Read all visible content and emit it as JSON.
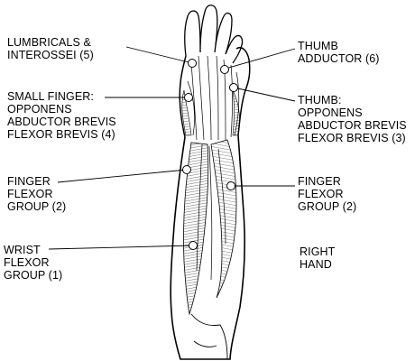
{
  "labels": {
    "lumbricals": [
      "LUMBRICALS &",
      "INTEROSSEI (5)"
    ],
    "small_finger": [
      "SMALL FINGER:",
      "OPPONENS",
      "ABDUCTOR BREVIS",
      "FLEXOR BREVIS (4)"
    ],
    "finger_flexor_left": [
      "FINGER",
      "FLEXOR",
      "GROUP (2)"
    ],
    "wrist_flexor": [
      "WRIST",
      "FLEXOR",
      "GROUP (1)"
    ],
    "thumb_adductor": [
      "THUMB",
      "ADDUCTOR (6)"
    ],
    "thumb_muscles": [
      "THUMB:",
      "OPPONENS",
      "ABDUCTOR BREVIS",
      "FLEXOR BREVIS (3)"
    ],
    "finger_flexor_right": [
      "FINGER",
      "FLEXOR",
      "GROUP (2)"
    ],
    "side": [
      "RIGHT",
      "HAND"
    ]
  },
  "colors": {
    "ink": "#000000",
    "marker_fill": "#ffffff"
  }
}
